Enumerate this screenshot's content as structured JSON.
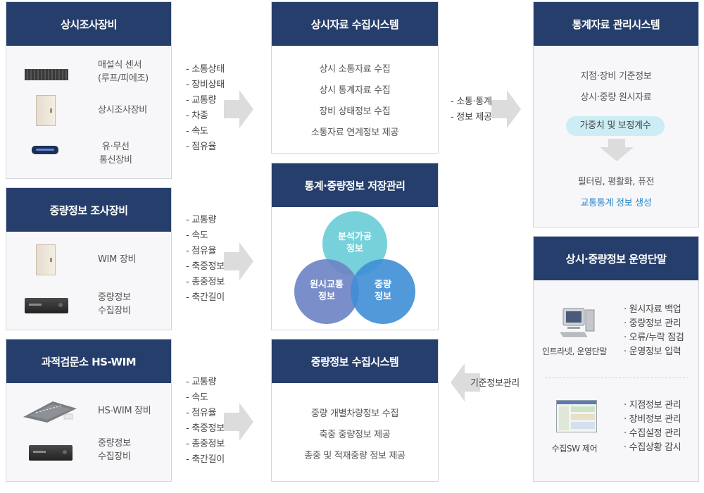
{
  "survey": {
    "title": "상시조사장비",
    "dev1": "매설식 센서\n(루프/피에조)",
    "dev2": "상시조사장비",
    "dev3": "유·무선\n통신장비"
  },
  "weight_survey": {
    "title": "중량정보 조사장비",
    "dev1": "WIM 장비",
    "dev2": "중량정보\n수집장비"
  },
  "hswim": {
    "title": "과적검문소 HS-WIM",
    "dev1": "HS-WIM 장비",
    "dev2": "중량정보\n수집장비"
  },
  "list1": [
    "- 소통상태",
    "- 장비상태",
    "- 교통량",
    "- 차종",
    "- 속도",
    "- 점유율"
  ],
  "list2": [
    "- 교통량",
    "- 속도",
    "- 점유율",
    "- 축중정보",
    "- 총중정보",
    "- 축간길이"
  ],
  "list3": [
    "- 교통량",
    "- 속도",
    "- 점유율",
    "- 축중정보",
    "- 총중정보",
    "- 축간길이"
  ],
  "collect": {
    "title": "상시자료 수집시스템",
    "items": [
      "상시 소통자료 수집",
      "상시 통계자료 수집",
      "장비 상태정보 수집",
      "소통자료 연계정보 제공"
    ]
  },
  "storage": {
    "title": "통계·중량정보 저장관리",
    "c_top": "분석가공\n정보",
    "c_left": "원시교통\n정보",
    "c_right": "중량\n정보"
  },
  "weight_collect": {
    "title": "중량정보 수집시스템",
    "items": [
      "중량 개별차량정보 수집",
      "축중 중량정보 제공",
      "총중 및 적재중량 정보 제공"
    ]
  },
  "mid_list": [
    "- 소통·통계",
    "- 정보 제공"
  ],
  "stats": {
    "title": "통계자료 관리시스템",
    "items": [
      "지점·장비 기준정보",
      "상시·중량 원시자료"
    ],
    "pill": "가중치 및 보정계수",
    "after": "필터링, 평활화, 퓨전",
    "highlight": "교통통계 정보 생성"
  },
  "terminal": {
    "title": "상시·중량정보 운영단말",
    "label1": "인트라넷, 운영단말",
    "list1": [
      "· 원시자료 백업",
      "· 중량정보 관리",
      "· 오류/누락 점검",
      "· 운영정보 입력"
    ],
    "label2": "수집SW 제어",
    "list2": [
      "· 지점정보 관리",
      "· 장비정보 관리",
      "· 수집설정 관리",
      "· 수집상황 감시"
    ]
  },
  "ref_label": "기준정보관리",
  "colors": {
    "header": "#263e6b",
    "arrow": "#dcdcdc",
    "circle_top": "#6fcfd8",
    "circle_left": "#6f84c6",
    "circle_right": "#3f8ed6",
    "pill": "#ccedf5",
    "highlight": "#2a86c9"
  }
}
